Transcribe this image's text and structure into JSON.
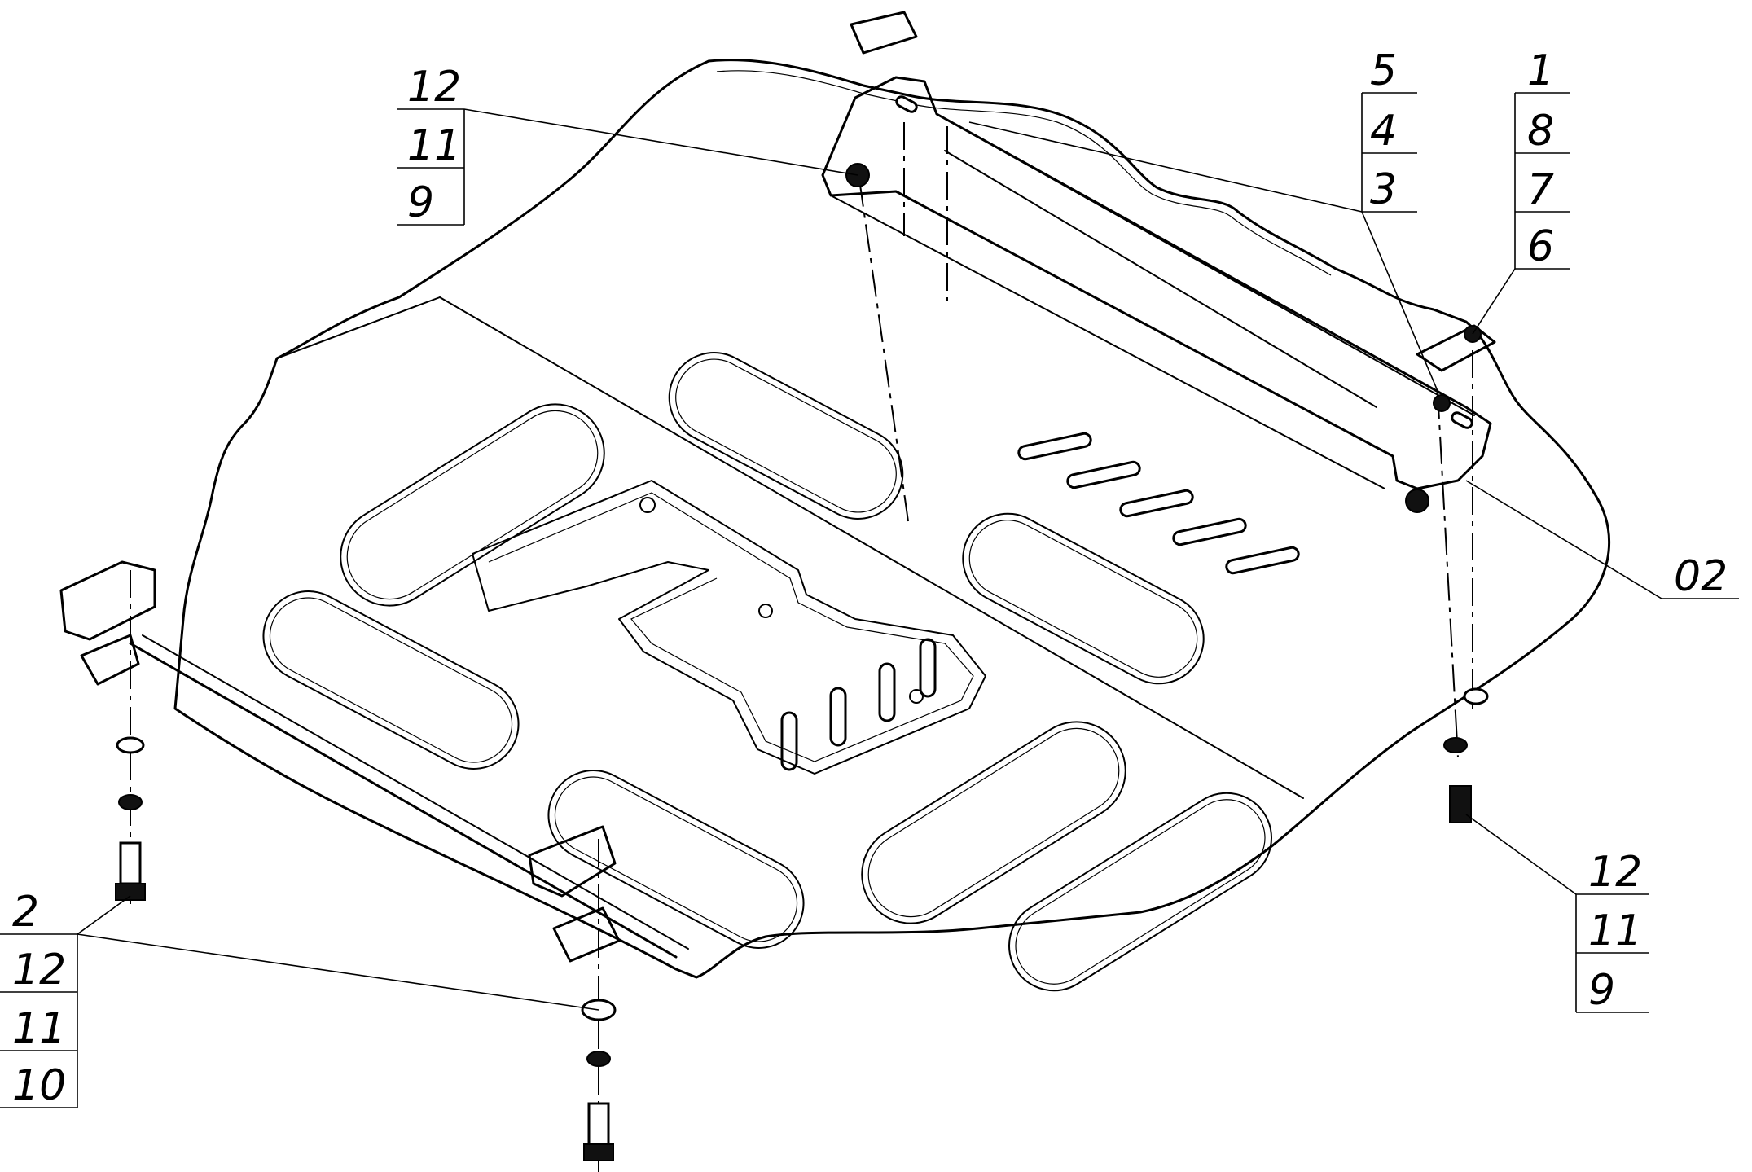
{
  "callouts": [
    {
      "id": "c-12-11-9-top",
      "labels": [
        "12",
        "11",
        "9"
      ]
    },
    {
      "id": "c-5-4-3",
      "labels": [
        "5",
        "4",
        "3"
      ]
    },
    {
      "id": "c-1-8-7-6",
      "labels": [
        "1",
        "8",
        "7",
        "6"
      ]
    },
    {
      "id": "c-02",
      "labels": [
        "02"
      ]
    },
    {
      "id": "c-12-11-9-right",
      "labels": [
        "12",
        "11",
        "9"
      ]
    },
    {
      "id": "c-2-12-11-10",
      "labels": [
        "2",
        "12",
        "11",
        "10"
      ]
    }
  ]
}
